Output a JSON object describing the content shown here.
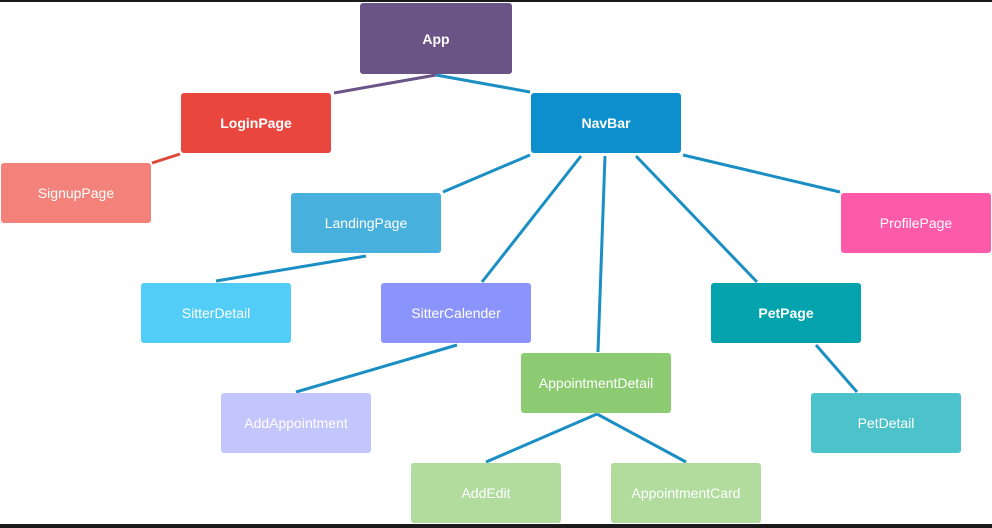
{
  "colors": {
    "edge": "#1b8fc4",
    "edge_app_login": "#6a5486",
    "edge_login_signup": "#e0473b"
  },
  "nodes": {
    "app": {
      "label": "App",
      "color": "#6a5486"
    },
    "login_page": {
      "label": "LoginPage",
      "color": "#e9473e"
    },
    "navbar": {
      "label": "NavBar",
      "color": "#0c8fcc"
    },
    "signup_page": {
      "label": "SignupPage",
      "color": "#f3837a"
    },
    "landing_page": {
      "label": "LandingPage",
      "color": "#48b0dc"
    },
    "profile_page": {
      "label": "ProfilePage",
      "color": "#fd5aaa"
    },
    "sitter_detail": {
      "label": "SitterDetail",
      "color": "#52cdf8"
    },
    "sitter_calender": {
      "label": "SitterCalender",
      "color": "#8b94fc"
    },
    "pet_page": {
      "label": "PetPage",
      "color": "#02a3ad"
    },
    "appointment_detail": {
      "label": "AppointmentDetail",
      "color": "#8dcb72"
    },
    "add_appointment": {
      "label": "AddAppointment",
      "color": "#c3c6fc"
    },
    "pet_detail": {
      "label": "PetDetail",
      "color": "#4cc3cb"
    },
    "add_edit": {
      "label": "AddEdit",
      "color": "#b1dc9e"
    },
    "appointment_card": {
      "label": "AppointmentCard",
      "color": "#b1dc9e"
    }
  }
}
